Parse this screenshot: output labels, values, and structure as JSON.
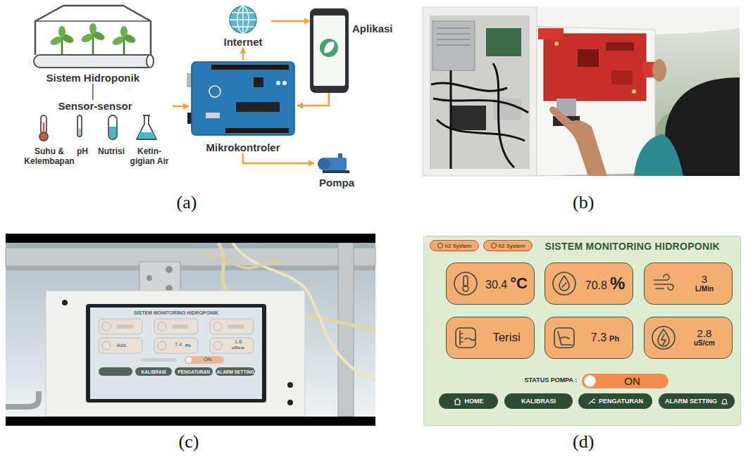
{
  "diagram": {
    "nodes": [
      {
        "text": [
          "Sistem Hidroponik"
        ]
      },
      {
        "text": [
          "Sensor-sensor"
        ]
      },
      {
        "text": [
          "Suhu & Kelembapan"
        ],
        "in": 1
      },
      {
        "text": [
          "pH"
        ],
        "in": 1
      },
      {
        "text": [
          "Nutrisi"
        ],
        "in": 1
      },
      {
        "text": [
          "Ketin-gigian Air"
        ],
        "in": 1
      },
      {
        "text": [
          "Internet"
        ]
      },
      {
        "text": [
          "Aplikasi"
        ]
      },
      {
        "text": [
          "Mikrokontroler"
        ]
      },
      {
        "text": [
          "Pompa"
        ]
      },
      {
        "text": [
          "SISTEM MONITORING HIDROPONIK"
        ]
      },
      {
        "text": [
          "h2 System"
        ],
        "in": 10
      },
      {
        "text": [
          "h2 System"
        ],
        "in": 10
      },
      {
        "text": [
          "30.4",
          "°C"
        ],
        "in": 10
      },
      {
        "text": [
          "70.8",
          "%"
        ],
        "in": 10
      },
      {
        "text": [
          "3",
          "L/Min"
        ],
        "in": 10
      },
      {
        "text": [
          "Terisi"
        ],
        "in": 10
      },
      {
        "text": [
          "7.3",
          "Ph"
        ],
        "in": 10
      },
      {
        "text": [
          "2.8",
          "uS/cm"
        ],
        "in": 10
      },
      {
        "text": [
          "ON"
        ],
        "in": 10
      },
      {
        "text": [
          "HOME"
        ],
        "in": 10
      },
      {
        "text": [
          "KALIBRASI"
        ],
        "in": 10
      },
      {
        "text": [
          "PENGATURAN"
        ],
        "in": 10
      },
      {
        "text": [
          "ALARM SETTING"
        ],
        "in": 10
      }
    ],
    "edges": [
      {
        "from": 0,
        "to": 1,
        "arrow": "none"
      },
      {
        "from": 1,
        "to": 8,
        "arrow": "to"
      },
      {
        "from": 8,
        "to": 6,
        "arrow": "to"
      },
      {
        "from": 6,
        "to": 7,
        "arrow": "to"
      },
      {
        "from": 7,
        "to": 8,
        "arrow": "to"
      },
      {
        "from": 8,
        "to": 9,
        "arrow": "to"
      }
    ],
    "labels": [
      "(a)",
      "(b)",
      "(c)",
      "(d)",
      "STATUS POMPA :",
      "SISTEM MONITORING HIDROPONIK",
      "Ada",
      "7.4",
      "Ph",
      "1.6",
      "uS/cm",
      "ON",
      "KALIBRASI",
      "PENGATURAN",
      "ALARM SETTING"
    ]
  }
}
